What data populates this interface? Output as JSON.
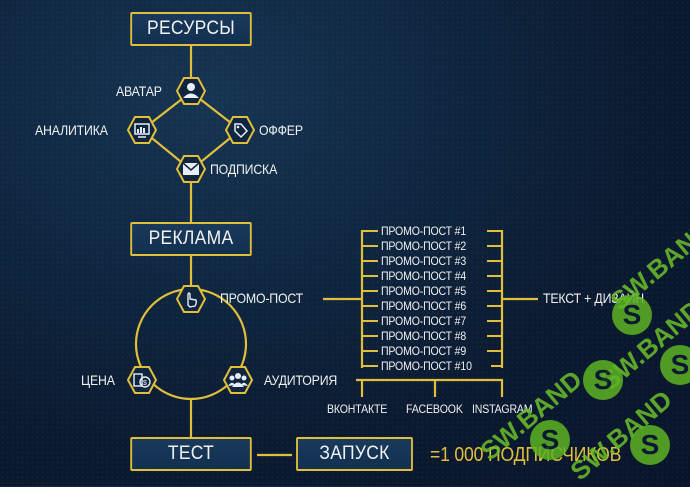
{
  "colors": {
    "accent": "#e2bf3a",
    "text": "#f0f0f0",
    "background": "#0b1a30",
    "box_fill": "#163555",
    "watermark": "#6bbf2a"
  },
  "boxes": {
    "resources": "РЕСУРСЫ",
    "advertising": "РЕКЛАМА",
    "test": "ТЕСТ",
    "launch": "ЗАПУСК"
  },
  "resources_nodes": {
    "avatar": {
      "label": "АВАТАР",
      "icon": "user-icon"
    },
    "analytics": {
      "label": "АНАЛИТИКА",
      "icon": "chart-monitor-icon"
    },
    "offer": {
      "label": "ОФФЕР",
      "icon": "tag-icon"
    },
    "subscription": {
      "label": "ПОДПИСКА",
      "icon": "envelope-icon"
    }
  },
  "advertising_nodes": {
    "promo_post": {
      "label": "ПРОМО-ПОСТ",
      "icon": "hand-pointer-icon"
    },
    "price": {
      "label": "ЦЕНА",
      "icon": "coins-dollar-icon"
    },
    "audience": {
      "label": "АУДИТОРИЯ",
      "icon": "group-icon"
    }
  },
  "promo_posts": [
    "ПРОМО-ПОСТ #1",
    "ПРОМО-ПОСТ #2",
    "ПРОМО-ПОСТ #3",
    "ПРОМО-ПОСТ #4",
    "ПРОМО-ПОСТ #5",
    "ПРОМО-ПОСТ #6",
    "ПРОМО-ПОСТ #7",
    "ПРОМО-ПОСТ #8",
    "ПРОМО-ПОСТ #9",
    "ПРОМО-ПОСТ #10"
  ],
  "promo_result": "ТЕКСТ + ДИЗАЙН",
  "platforms": [
    "ВКОНТАКТЕ",
    "FACEBOOK",
    "INSTAGRAM"
  ],
  "result": "=1 000 ПОДПИСЧИКОВ",
  "watermark": {
    "text": "SW.BAND",
    "logo": "S"
  }
}
